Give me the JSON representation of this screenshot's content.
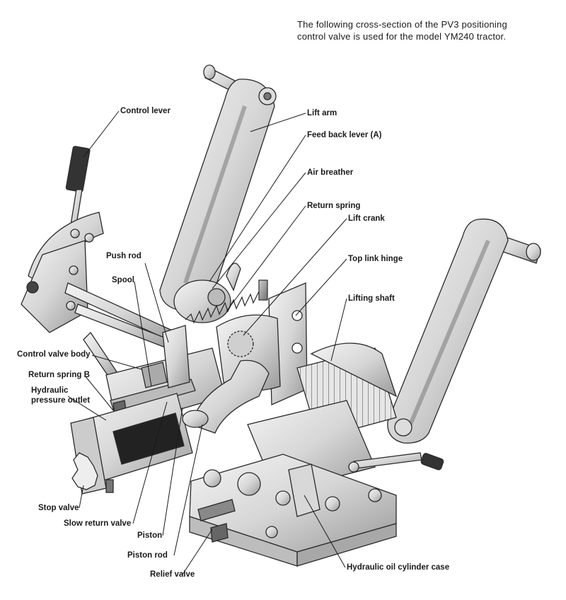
{
  "caption": {
    "line1": "The following cross-section of the PV3 positioning",
    "line2": "control valve is used for the model YM240 tractor."
  },
  "labels": {
    "control_lever": "Control lever",
    "lift_arm": "Lift arm",
    "feed_back_lever": "Feed back lever (A)",
    "air_breather": "Air breather",
    "return_spring": "Return spring",
    "lift_crank": "Lift crank",
    "push_rod": "Push rod",
    "top_link_hinge": "Top link hinge",
    "spool": "Spool",
    "lifting_shaft": "Lifting shaft",
    "control_valve_body": "Control valve body",
    "return_spring_b": "Return spring B",
    "hydraulic_pressure_outlet_1": "Hydraulic",
    "hydraulic_pressure_outlet_2": "pressure outlet",
    "stop_valve": "Stop valve",
    "slow_return_valve": "Slow return valve",
    "piston": "Piston",
    "piston_rod": "Piston rod",
    "relief_valve": "Relief valve",
    "hydraulic_oil_cylinder_case": "Hydraulic oil  cylinder case"
  }
}
